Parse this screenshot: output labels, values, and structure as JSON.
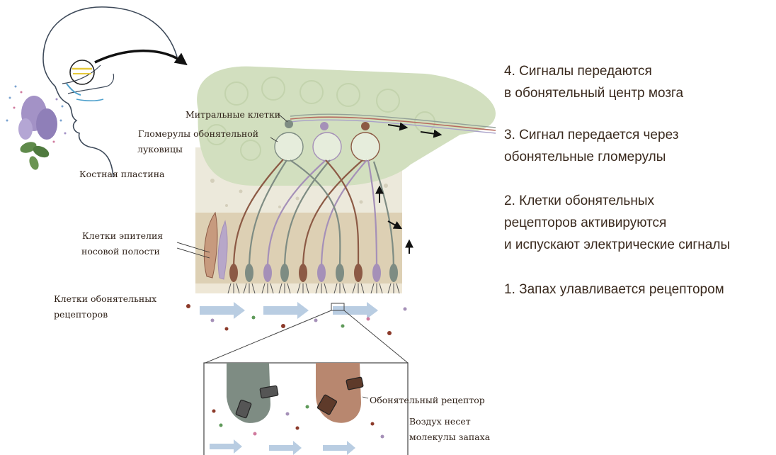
{
  "labels": {
    "mitral_cells": "Митральные клетки",
    "glomeruli_line1": "Гломерулы обонятельной",
    "glomeruli_line2": "луковицы",
    "bone_plate": "Костная пластина",
    "epithelium_line1": "Клетки эпителия",
    "epithelium_line2": "носовой полости",
    "receptor_cells_line1": "Клетки обонятельных",
    "receptor_cells_line2": "рецепторов",
    "olfactory_receptor": "Обонятельный рецептор",
    "air_line1": "Воздух несет",
    "air_line2": "молекулы запаха"
  },
  "steps": [
    {
      "lines": [
        "4. Сигналы передаются",
        "в обонятельный центр мозга"
      ]
    },
    {
      "lines": [
        "3. Сигнал передается через",
        "обонятельные гломерулы"
      ]
    },
    {
      "lines": [
        "2. Клетки обонятельных",
        "рецепторов активируются",
        "и испускают электрические сигналы"
      ]
    },
    {
      "lines": [
        "1. Запах улавливается рецептором"
      ]
    }
  ],
  "colors": {
    "bulb": "#d2dfbf",
    "bone": "#ece9db",
    "epithelium": "#ddd0b4",
    "neuron_gray": "#7e8c83",
    "neuron_brown": "#8c5a45",
    "neuron_purple": "#a590b8",
    "air_arrow": "#b9cde2"
  }
}
